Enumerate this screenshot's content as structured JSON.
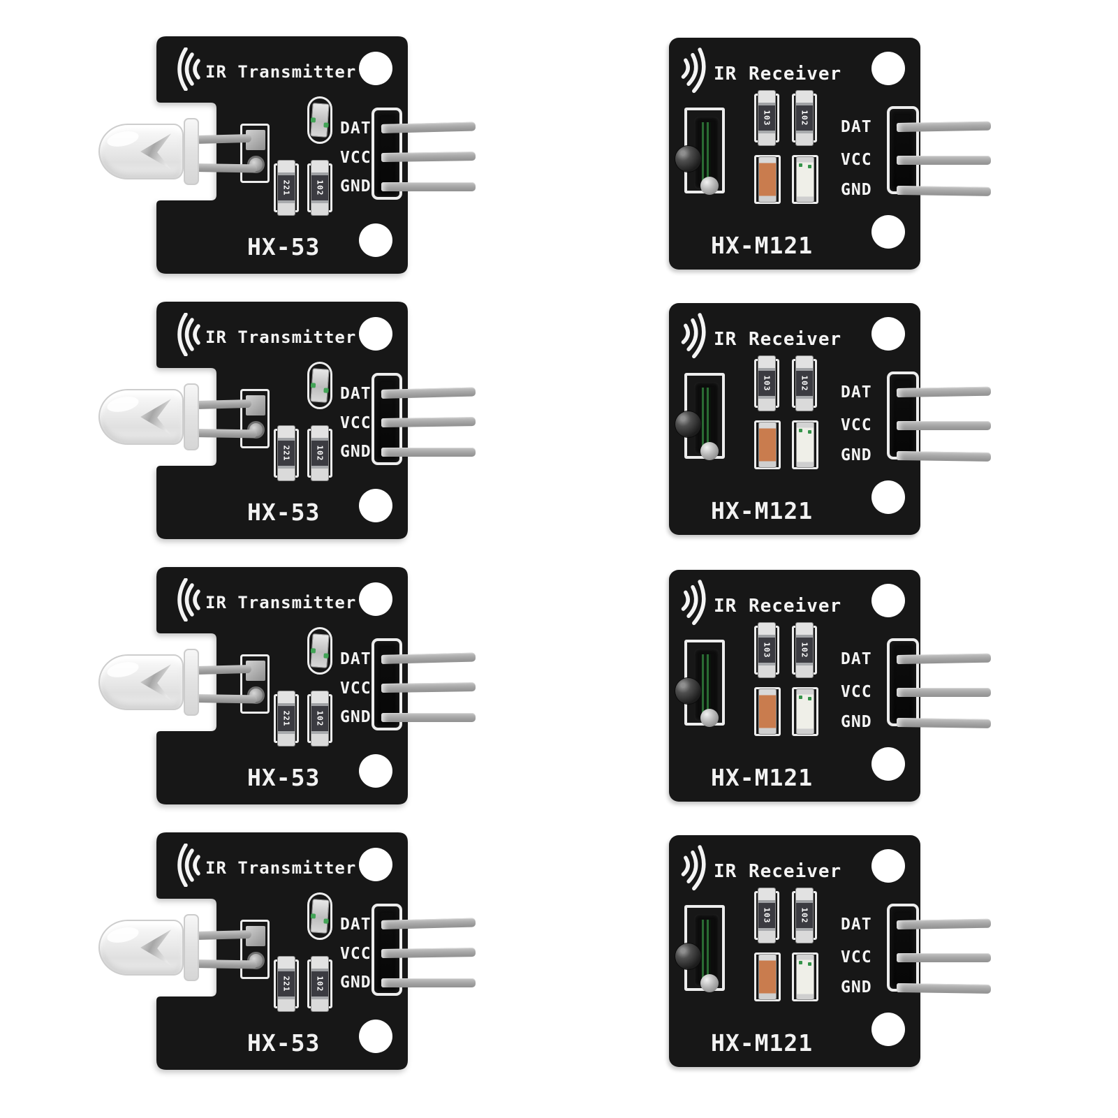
{
  "page": {
    "kind": "product-photo",
    "background": "#ffffff",
    "grid": {
      "rows": 4,
      "columns": 2,
      "left_column": "transmitter",
      "right_column": "receiver"
    }
  },
  "colors": {
    "pcb_black": "#171717",
    "silkscreen_white": "#f4f4f4",
    "pin_metal_gray": "#a8a8a8",
    "solder_silver": "#c9c9c9",
    "capacitor_orange": "#c97c4e",
    "led_fleck_green": "#43a457",
    "ir_face_green": "#2a6b33"
  },
  "transmitter": {
    "count": 4,
    "icon": "signal-waves-out-icon",
    "title": "IR Transmitter",
    "model": "HX-53",
    "pin_labels": [
      "DAT",
      "VCC",
      "GND"
    ],
    "smd_labels": [
      "221",
      "102"
    ]
  },
  "receiver": {
    "count": 4,
    "icon": "signal-waves-in-icon",
    "title": "IR Receiver",
    "model": "HX-M121",
    "pin_labels": [
      "DAT",
      "VCC",
      "GND"
    ],
    "smd_labels": [
      "103",
      "102"
    ]
  }
}
